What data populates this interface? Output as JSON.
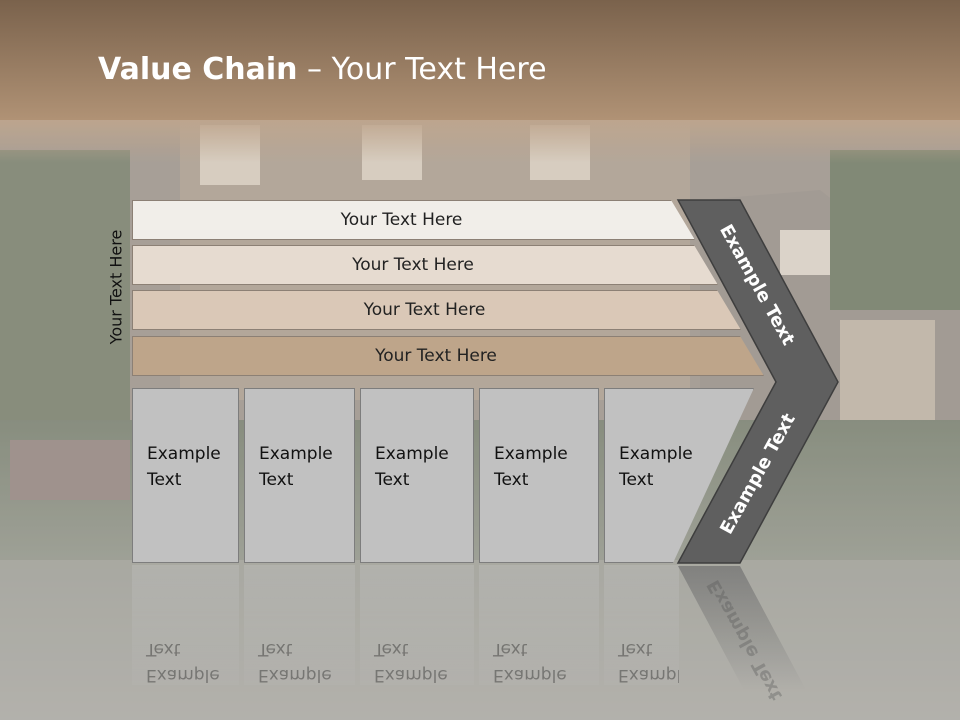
{
  "title": {
    "bold": "Value Chain",
    "rest": " – Your Text Here"
  },
  "side_label": "Your Text Here",
  "rows": [
    "Your Text Here",
    "Your Text Here",
    "Your Text Here",
    "Your Text Here"
  ],
  "columns": [
    "Example\nText",
    "Example\nText",
    "Example\nText",
    "Example\nText",
    "Example\nText"
  ],
  "chevron": {
    "upper": "Example Text",
    "lower": "Example Text"
  },
  "colors": {
    "row1": "#f1eee9",
    "row2": "#e6dbd0",
    "row3": "#dac8b7",
    "row4": "#bea58a",
    "column": "#c1c1c1",
    "chevron": "#606060",
    "header_band": "#a48467"
  }
}
